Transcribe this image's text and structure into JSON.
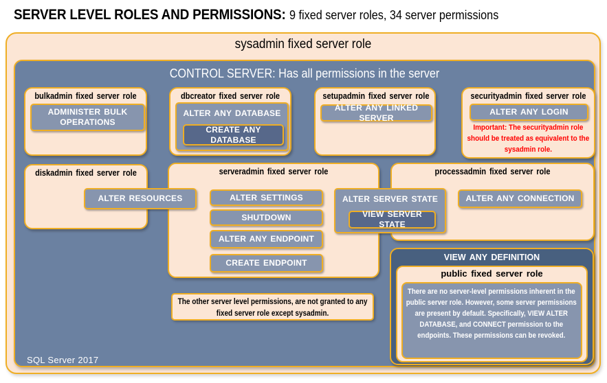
{
  "header": {
    "title_bold": "SERVER LEVEL ROLES AND PERMISSIONS:",
    "title_detail": "9 fixed server roles, 34 server permissions"
  },
  "sysadmin": {
    "label": "sysadmin fixed server role"
  },
  "control_server": {
    "label": "CONTROL SERVER: Has all permissions in the server"
  },
  "roles": {
    "bulkadmin": {
      "title": "bulkadmin fixed server role",
      "perm_administer_bulk_operations": "ADMINISTER BULK OPERATIONS"
    },
    "dbcreator": {
      "title": "dbcreator fixed server role",
      "perm_alter_any_database": "ALTER ANY DATABASE",
      "perm_create_any_database": "CREATE ANY DATABASE"
    },
    "setupadmin": {
      "title": "setupadmin fixed server role",
      "perm_alter_any_linked_server": "ALTER ANY LINKED SERVER"
    },
    "securityadmin": {
      "title": "securityadmin fixed server role",
      "perm_alter_any_login": "ALTER ANY LOGIN",
      "warning": "Important: The securityadmin role should be treated as equivalent to the sysadmin role."
    },
    "diskadmin": {
      "title": "diskadmin fixed server role",
      "perm_alter_resources": "ALTER RESOURCES"
    },
    "serveradmin": {
      "title": "serveradmin fixed server role",
      "perm_alter_settings": "ALTER SETTINGS",
      "perm_shutdown": "SHUTDOWN",
      "perm_alter_any_endpoint": "ALTER ANY ENDPOINT",
      "perm_create_endpoint": "CREATE ENDPOINT",
      "perm_alter_server_state": "ALTER SERVER STATE",
      "perm_view_server_state": "VIEW SERVER STATE"
    },
    "processadmin": {
      "title": "processadmin fixed server role",
      "perm_alter_any_connection": "ALTER ANY CONNECTION"
    },
    "public": {
      "title": "public fixed server role",
      "description": "There are no server-level permissions inherent in the public server role. However, some server permissions are present by default. Specifically, VIEW ALTER DATABASE, and CONNECT permission to the endpoints. These permissions can be revoked."
    }
  },
  "view_any_definition_label": "VIEW ANY DEFINITION",
  "note": "The other server level permissions, are not granted to any fixed server role except sysadmin.",
  "footer": "SQL Server 2017",
  "colors": {
    "canvas_peach": "#FCE6D5",
    "gold_border": "#EFAE24",
    "control_blue": "#6B81A1",
    "permission_gray": "#8795AE",
    "nested_permission_dark": "#57688A",
    "view_any_definition_dark": "#48607F",
    "warning_red": "#FF0000"
  }
}
